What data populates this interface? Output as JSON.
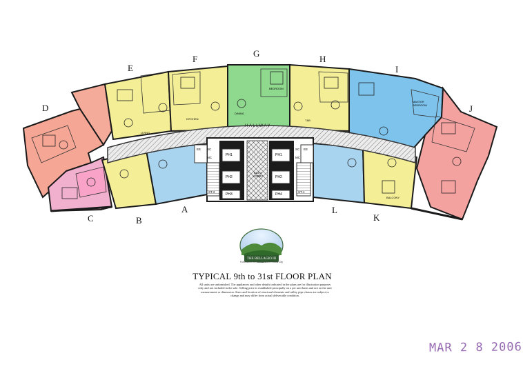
{
  "plan": {
    "title": "TYPICAL 9th to 31st FLOOR PLAN",
    "disclaimer": "All units are unfurnished. The appliances and other details indicated in the plans are for illustration purposes only and not included in the sale. Selling price is established principally on a per unit basis and not on the unit measurement or dimension. Sizes and location of structural elements and utility pipe chases are subject to change and may differ from actual deliverable condition.",
    "stamp": "MAR 2 8 2006",
    "logo_text": "THE BELLAGIO III",
    "logo_tagline": "Forbestown Center, Bonifacio Global City",
    "hallway_label": "HALLWAY",
    "lobby_label": "ELEV. LOBBY",
    "units": [
      {
        "id": "A",
        "color": "#a8d4ef"
      },
      {
        "id": "B",
        "color": "#f4ee97"
      },
      {
        "id": "C",
        "color": "#f0a8c8"
      },
      {
        "id": "D",
        "color": "#f6a695"
      },
      {
        "id": "E",
        "color": "#f4ee97"
      },
      {
        "id": "F",
        "color": "#f4ee97"
      },
      {
        "id": "G",
        "color": "#8fd98f"
      },
      {
        "id": "H",
        "color": "#f4ee97"
      },
      {
        "id": "I",
        "color": "#7ec3ec"
      },
      {
        "id": "J",
        "color": "#f4a2a0"
      },
      {
        "id": "K",
        "color": "#f4ee97"
      },
      {
        "id": "L",
        "color": "#a8d4ef"
      }
    ],
    "core_labels": [
      "PH1",
      "PH2",
      "PH3",
      "PH1",
      "PH2",
      "PH4"
    ],
    "stair_labels": [
      "ST-2",
      "ST-1"
    ],
    "service_labels": [
      "EE",
      "SC",
      "MC",
      "EE",
      "SC",
      "MC"
    ],
    "room_labels": [
      "BEDROOM",
      "LIVING",
      "DINING",
      "KITCHEN",
      "T&B",
      "BALCONY",
      "MASTER BEDROOM"
    ]
  }
}
